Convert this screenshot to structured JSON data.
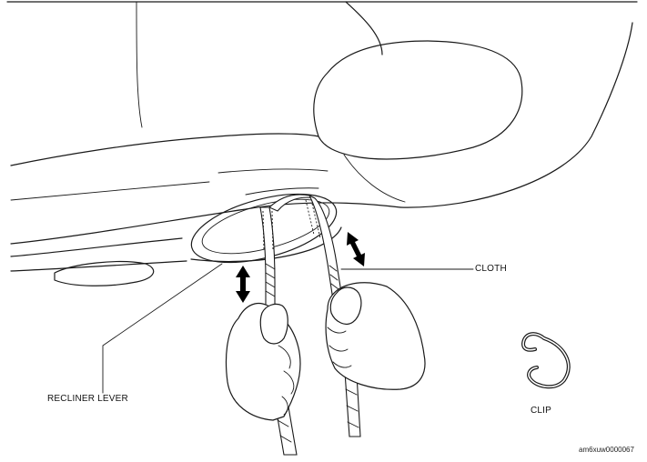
{
  "labels": {
    "cloth": "CLOTH",
    "recliner_lever": "RECLINER LEVER",
    "clip": "CLIP"
  },
  "figure_ref": "am6xuw0000067",
  "colors": {
    "line": "#1a1a1a",
    "background": "#ffffff"
  }
}
